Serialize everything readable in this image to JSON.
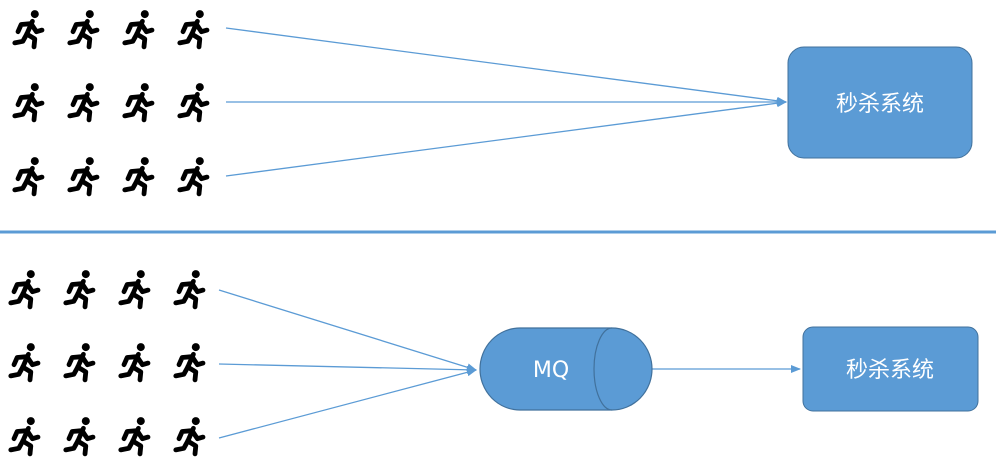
{
  "colors": {
    "box_fill": "#5b9bd5",
    "box_stroke": "#41719c",
    "arrow": "#5b9bd5",
    "divider": "#5b9bd5",
    "runner": "#000000"
  },
  "icons": {
    "user": "running-person-icon"
  },
  "top_section": {
    "target_label": "秒杀系统",
    "runner_rows": 3,
    "runners_per_row": 4
  },
  "bottom_section": {
    "queue_label": "MQ",
    "target_label": "秒杀系统",
    "runner_rows": 3,
    "runners_per_row": 4
  }
}
